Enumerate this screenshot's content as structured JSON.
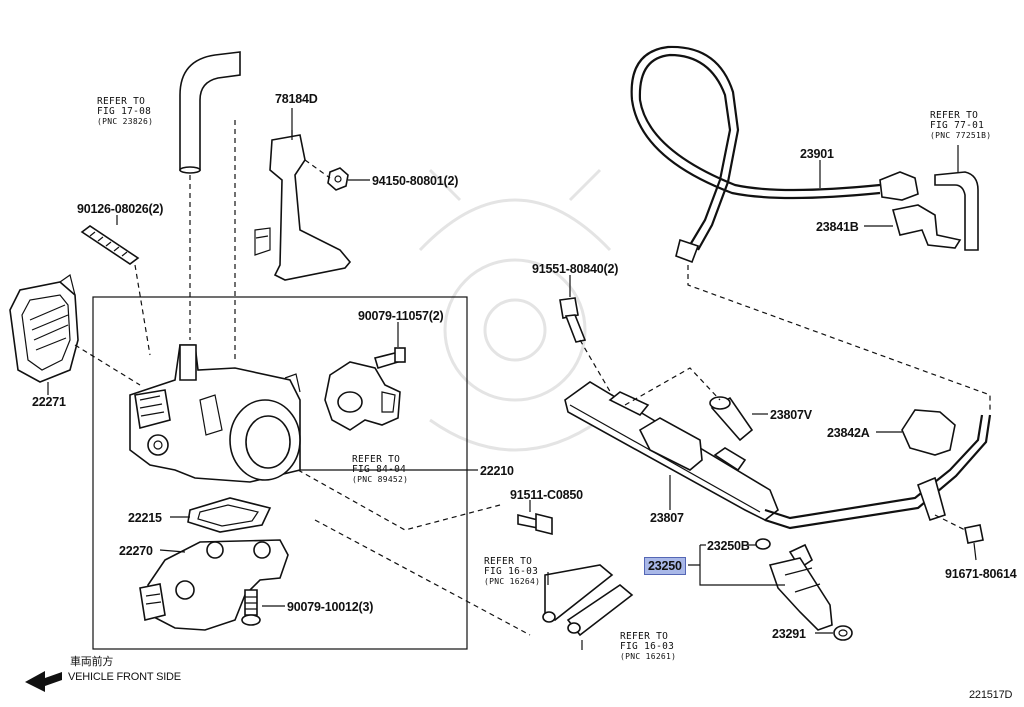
{
  "diagram": {
    "figure_code": "221517D",
    "direction": {
      "japanese": "車両前方",
      "english": "VEHICLE FRONT SIDE",
      "icon": "arrow-left-icon"
    },
    "part_numbers": {
      "p78184D": "78184D",
      "p94150": "94150-80801(2)",
      "p90126": "90126-08026(2)",
      "p22271": "22271",
      "p90079a": "90079-11057(2)",
      "p22210": "22210",
      "p22215": "22215",
      "p22270": "22270",
      "p90079b": "90079-10012(3)",
      "p91551": "91551-80840(2)",
      "p91511": "91511-C0850",
      "p23901": "23901",
      "p23841B": "23841B",
      "p23807V": "23807V",
      "p23842A": "23842A",
      "p23807": "23807",
      "p23250B": "23250B",
      "p23250": "23250",
      "p91671": "91671-80614",
      "p23291": "23291"
    },
    "references": {
      "r1": {
        "line1": "REFER TO",
        "line2": "FIG 17-08",
        "line3": "(PNC 23826)"
      },
      "r2": {
        "line1": "REFER TO",
        "line2": "FIG 77-01",
        "line3": "(PNC 77251B)"
      },
      "r3": {
        "line1": "REFER TO",
        "line2": "FIG 84-04",
        "line3": "(PNC 89452)"
      },
      "r4": {
        "line1": "REFER TO",
        "line2": "FIG 16-03",
        "line3": "(PNC 16264)"
      },
      "r5": {
        "line1": "REFER TO",
        "line2": "FIG 16-03",
        "line3": "(PNC 16261)"
      }
    },
    "highlight_color": "#a9b8e8"
  }
}
